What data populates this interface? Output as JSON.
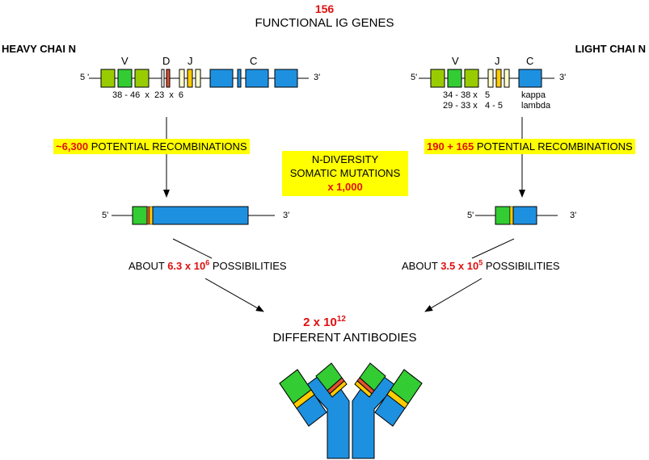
{
  "header": {
    "count": "156",
    "title": "FUNCTIONAL IG GENES"
  },
  "heavy": {
    "label": "HEAVY CHAI N",
    "five_prime": "5 '",
    "three_prime": "3'",
    "seg_v": "V",
    "seg_d": "D",
    "seg_j": "J",
    "seg_c": "C",
    "counts": "38 - 46  x  23  x  6",
    "recomb_value": "~6,300",
    "recomb_text": "POTENTIAL RECOMBINATIONS",
    "rearranged_five": "5'",
    "rearranged_three": "3'",
    "poss_prefix": "ABOUT",
    "poss_base": "6.3 x 10",
    "poss_exp": "6",
    "poss_suffix": "POSSIBILITIES"
  },
  "light": {
    "label": "LIGHT CHAI N",
    "five_prime": "5'",
    "three_prime": "3'",
    "seg_v": "V",
    "seg_j": "J",
    "seg_c": "C",
    "kappa_counts": "34 - 38 x   5",
    "kappa_name": "kappa",
    "lambda_counts": "29 - 33 x   4 - 5",
    "lambda_name": "lambda",
    "recomb_value": "190 + 165",
    "recomb_text": "POTENTIAL RECOMBINATIONS",
    "rearranged_five": "5'",
    "rearranged_three": "3'",
    "poss_prefix": "ABOUT",
    "poss_base": "3.5 x 10",
    "poss_exp": "5",
    "poss_suffix": "POSSIBILITIES"
  },
  "diversity": {
    "line1": "N-DIVERSITY",
    "line2": "SOMATIC MUTATIONS",
    "line3": "x 1,000"
  },
  "result": {
    "base": "2 x 10",
    "exp": "12",
    "text": "DIFFERENT ANTIBODIES"
  },
  "colors": {
    "v_light": "#99cc00",
    "v_dark": "#33cc33",
    "d_segment": "#e05030",
    "j_segment": "#ffcc00",
    "j_pale": "#ffffcc",
    "c_segment": "#1e90e0",
    "highlight": "#ffff00",
    "emphasis": "#e01010"
  }
}
